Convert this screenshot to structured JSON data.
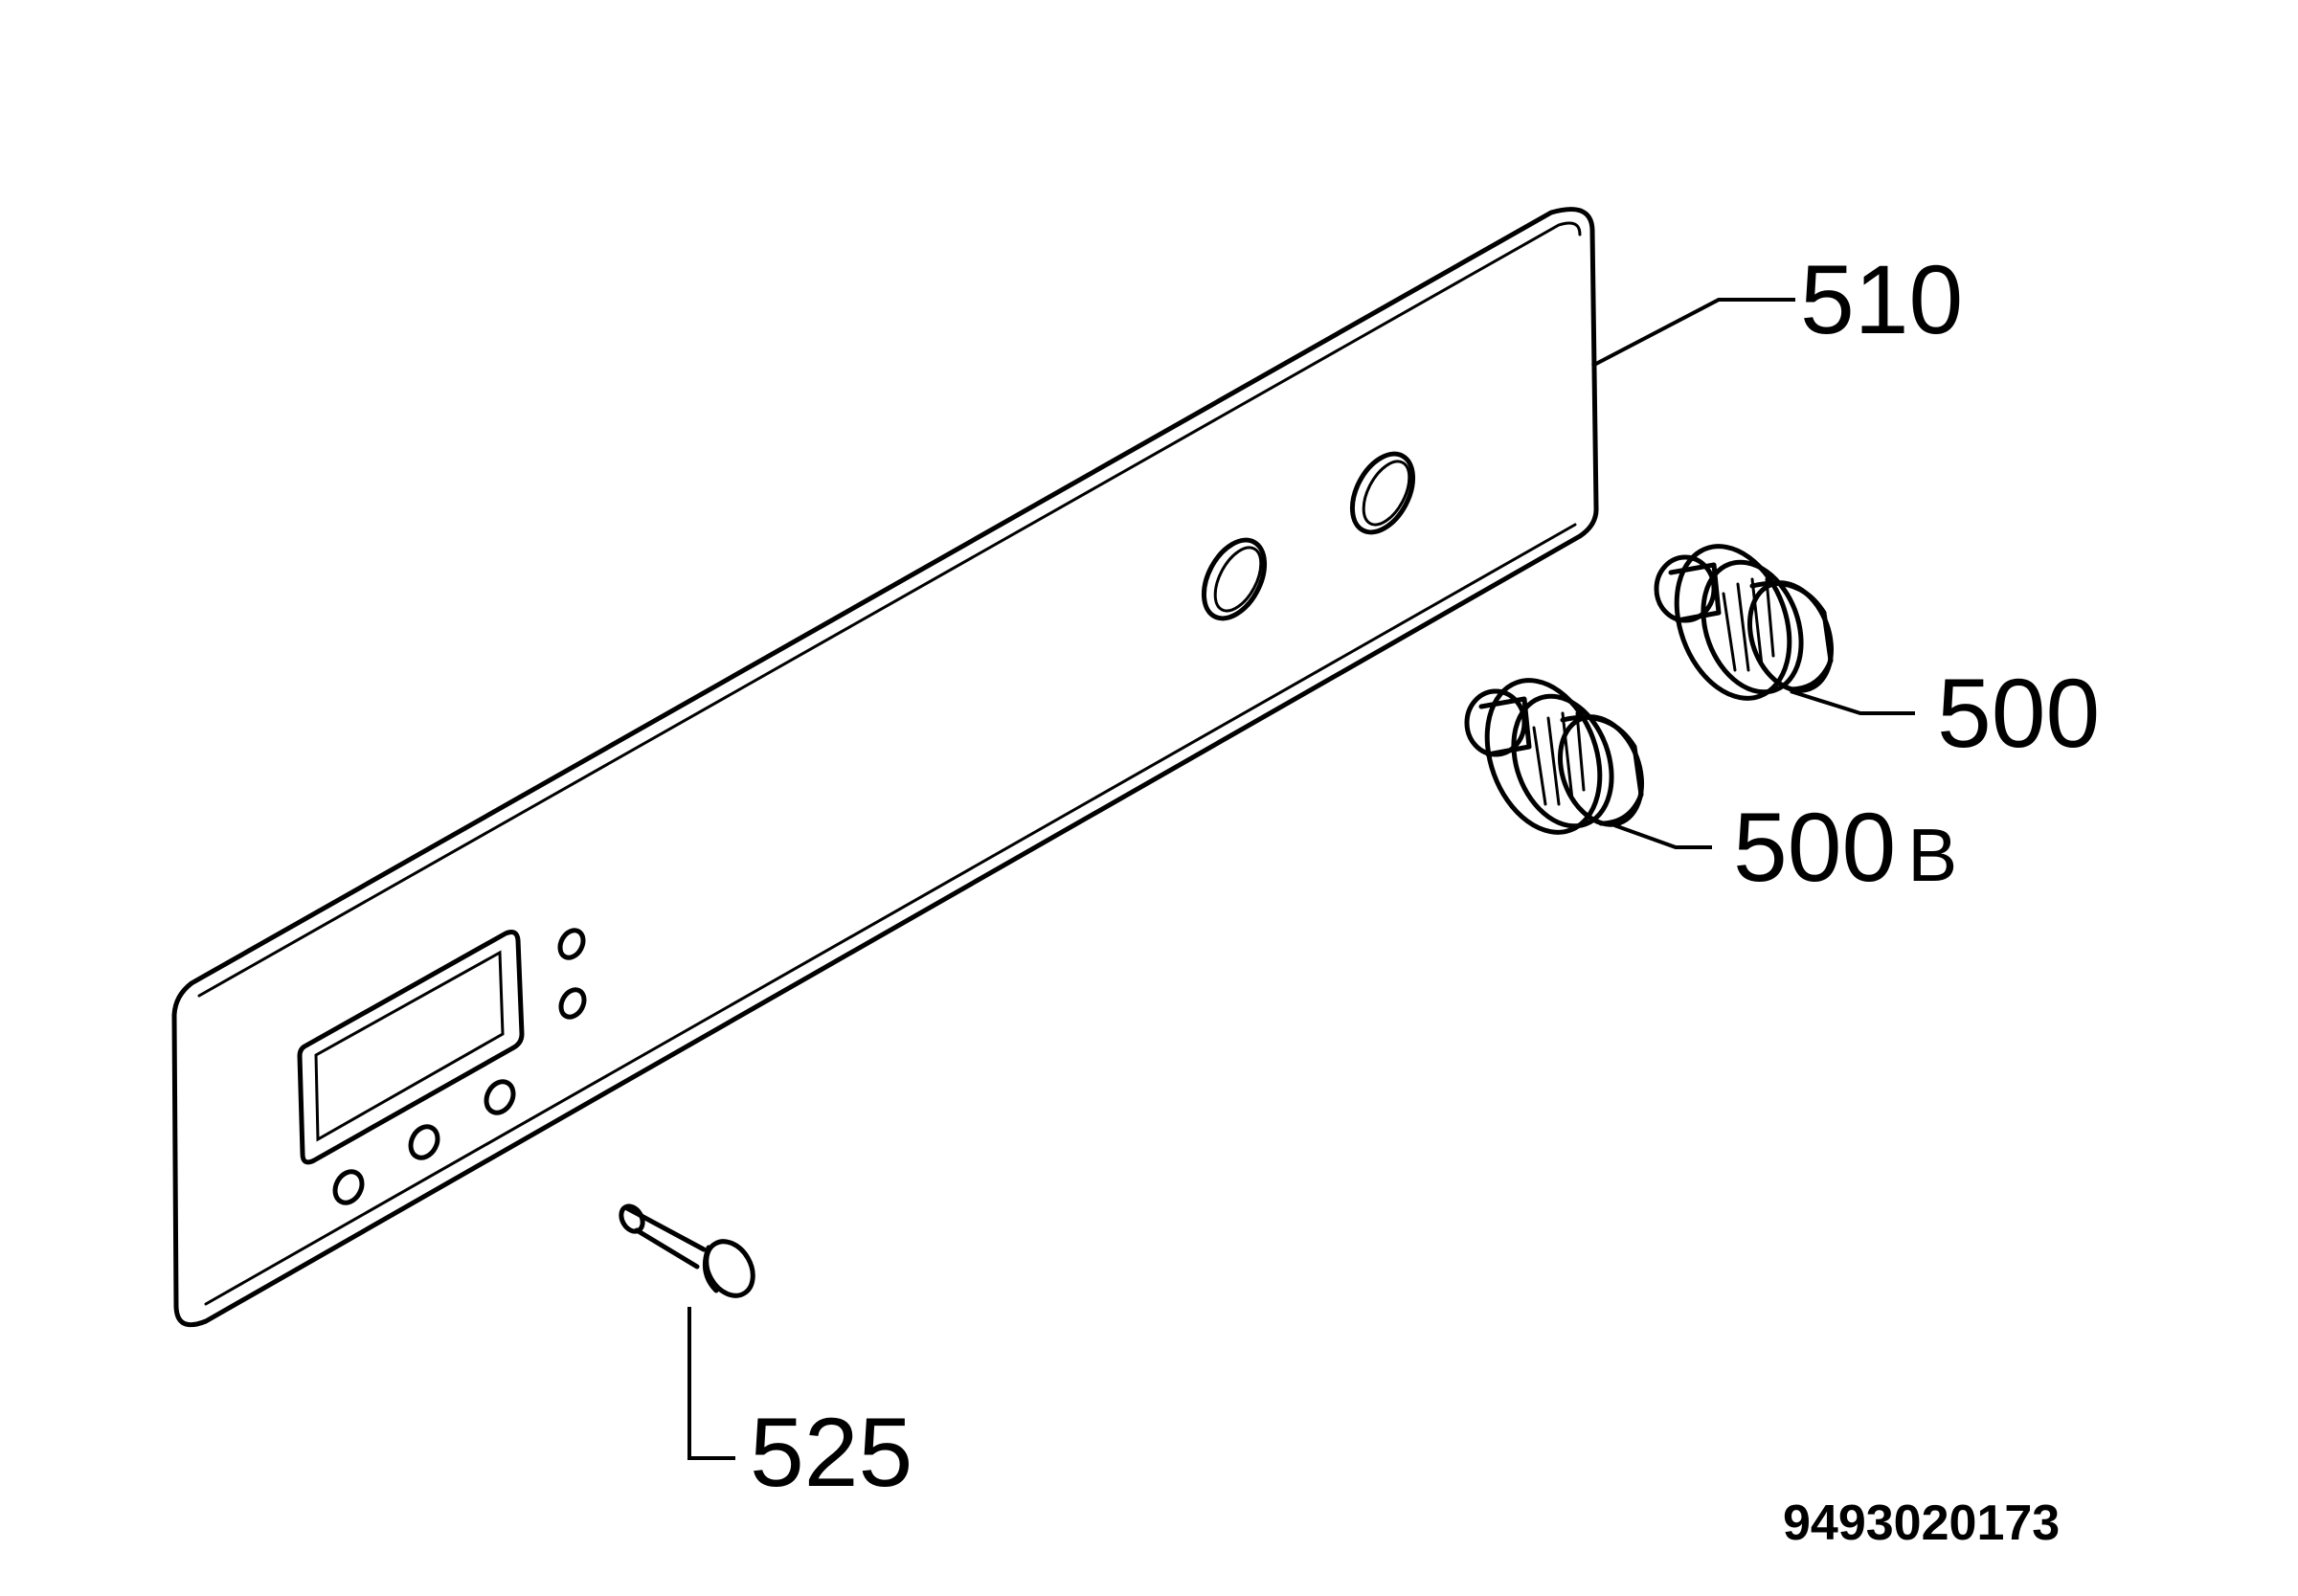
{
  "diagram": {
    "callouts": {
      "panel": "510",
      "knob_upper": "500",
      "knob_lower_number": "500",
      "knob_lower_suffix": "B",
      "pin": "525"
    },
    "document_number": "9493020173"
  },
  "colors": {
    "line": "#000000",
    "background": "#ffffff"
  }
}
